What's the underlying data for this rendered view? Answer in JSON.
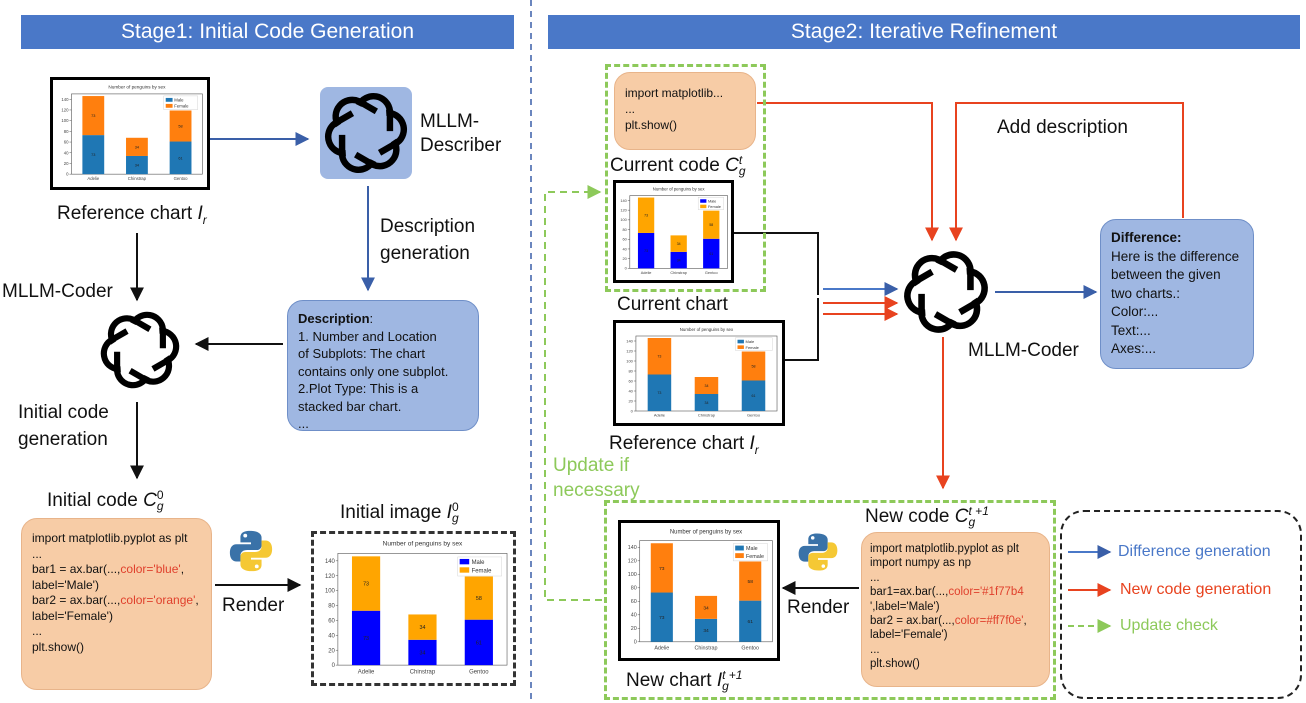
{
  "stage1": {
    "title": "Stage1: Initial Code Generation"
  },
  "stage2": {
    "title": "Stage2: Iterative Refinement"
  },
  "labels": {
    "mllm_describer": "MLLM-\nDescriber",
    "reference_chart": "Reference chart",
    "description_generation_1": "Description",
    "description_generation_2": "generation",
    "mllm_coder_left": "MLLM-Coder",
    "initial_code_generation_1": "Initial code",
    "initial_code_generation_2": "generation",
    "initial_code": "Initial code",
    "initial_image": "Initial image",
    "render_left": "Render",
    "current_code": "Current code",
    "current_chart": "Current chart",
    "reference_chart_right": "Reference chart",
    "add_description": "Add description",
    "mllm_coder_right": "MLLM-Coder",
    "update_1": "Update if",
    "update_2": "necessary",
    "new_code": "New code",
    "render_right": "Render",
    "new_chart": "New chart"
  },
  "description_box": {
    "heading": "Description",
    "colon": ":",
    "lines": [
      "1. Number and Location",
      "of Subplots: The chart",
      "contains only one subplot.",
      "2.Plot Type: This is a",
      "stacked bar chart.",
      "..."
    ]
  },
  "difference_box": {
    "heading": "Difference:",
    "lines": [
      "Here is the difference",
      "between the given",
      "two charts.:",
      "Color:...",
      "Text:...",
      "Axes:..."
    ]
  },
  "current_code_box": {
    "lines": [
      "import matplotlib...",
      "...",
      "plt.show()"
    ]
  },
  "initial_code_box": {
    "l1": "import matplotlib.pyplot as plt",
    "l2": "...",
    "l3a": "bar1 = ax.bar(...,",
    "l3b": "color='blue'",
    "l3c": ",",
    "l4": "label='Male')",
    "l5a": "bar2 = ax.bar(...,",
    "l5b": "color='orange'",
    "l5c": ",",
    "l6": "label='Female')",
    "l7": "...",
    "l8": "plt.show()"
  },
  "new_code_box": {
    "l1": "import matplotlib.pyplot as plt",
    "l2": "import numpy as np",
    "l3": "...",
    "l4a": "bar1=ax.bar(...,",
    "l4b": "color='#1f77b4",
    "l5": "',label='Male')",
    "l6a": "bar2 = ax.bar(...,",
    "l6b": "color=#ff7f0e'",
    "l6c": ",",
    "l7": "label='Female')",
    "l8": "...",
    "l9": "plt.show()"
  },
  "legend": {
    "difference_generation": "Difference generation",
    "new_code_generation": "New code generation",
    "update_check": "Update check",
    "colors": {
      "blue": "#4a78c8",
      "red": "#e8431f",
      "green": "#8dc95a"
    }
  },
  "chart_data": {
    "type": "bar",
    "title": "Number of penguins by sex",
    "categories": [
      "Adelie",
      "Chinstrap",
      "Gentoo"
    ],
    "series": [
      {
        "name": "Male",
        "values": [
          73,
          34,
          61
        ]
      },
      {
        "name": "Female",
        "values": [
          73,
          34,
          58
        ]
      }
    ],
    "ylim": [
      0,
      150
    ],
    "yticks": [
      0,
      20,
      40,
      60,
      80,
      100,
      120,
      140
    ],
    "colors_reference": [
      "#1f77b4",
      "#ff7f0e"
    ],
    "colors_initial": [
      "#0000ff",
      "#ffa500"
    ]
  }
}
